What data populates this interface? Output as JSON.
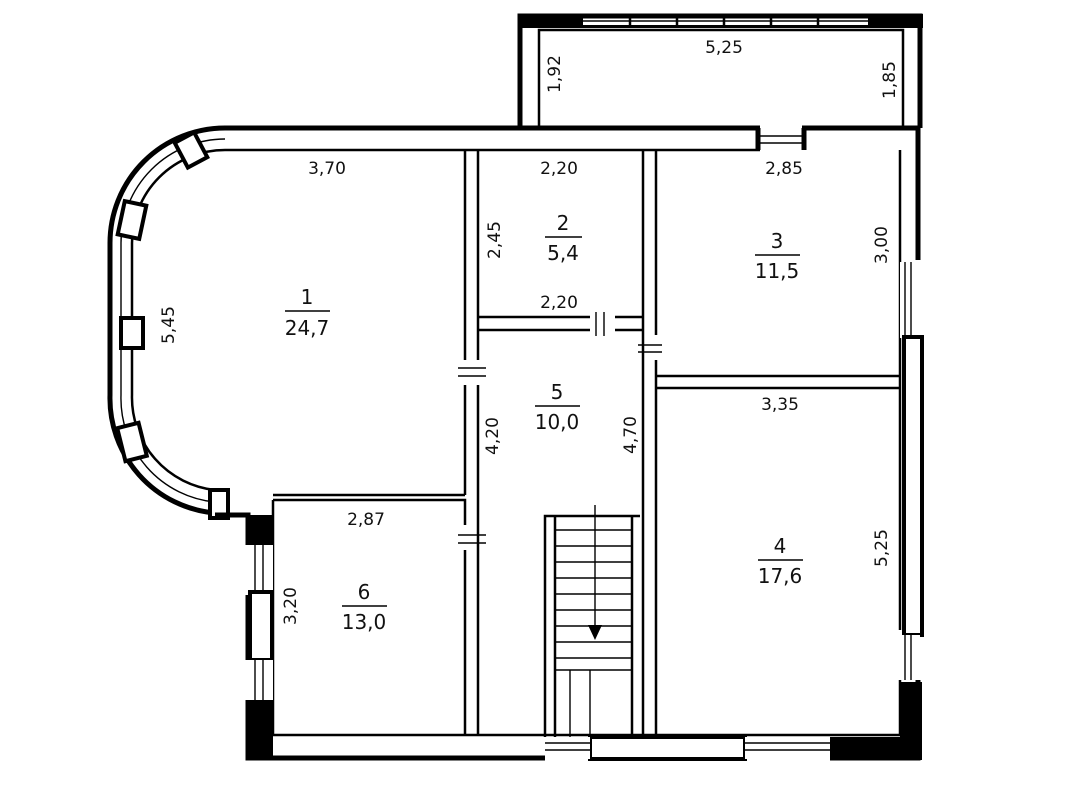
{
  "plan": {
    "rooms": [
      {
        "id": "room-1",
        "number": "1",
        "area": "24,7"
      },
      {
        "id": "room-2",
        "number": "2",
        "area": "5,4"
      },
      {
        "id": "room-3",
        "number": "3",
        "area": "11,5"
      },
      {
        "id": "room-4",
        "number": "4",
        "area": "17,6"
      },
      {
        "id": "room-5",
        "number": "5",
        "area": "10,0"
      },
      {
        "id": "room-6",
        "number": "6",
        "area": "13,0"
      }
    ],
    "dimensions": {
      "balcony_width": "5,25",
      "balcony_left": "1,92",
      "balcony_right": "1,85",
      "room1_top": "3,70",
      "room1_left": "5,45",
      "room2_top": "2,20",
      "room2_side": "2,45",
      "room2_bottom": "2,20",
      "room3_top": "2,85",
      "room3_right": "3,00",
      "room4_top": "3,35",
      "room4_right": "5,25",
      "room5_left": "4,20",
      "room5_right": "4,70",
      "room6_top": "2,87",
      "room6_left": "3,20"
    }
  }
}
